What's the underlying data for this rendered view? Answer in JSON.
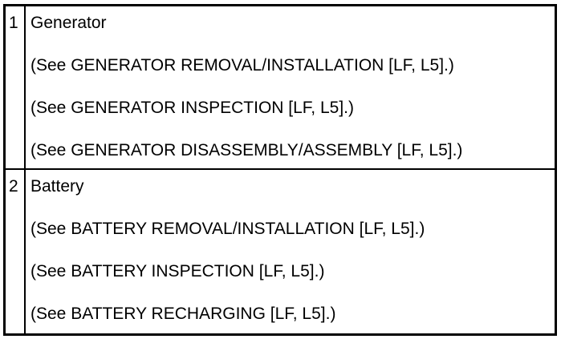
{
  "rows": [
    {
      "number": "1",
      "title": "Generator",
      "refs": [
        "(See GENERATOR REMOVAL/INSTALLATION [LF, L5].)",
        "(See GENERATOR INSPECTION [LF, L5].)",
        "(See GENERATOR DISASSEMBLY/ASSEMBLY [LF, L5].)"
      ]
    },
    {
      "number": "2",
      "title": "Battery",
      "refs": [
        "(See BATTERY REMOVAL/INSTALLATION [LF, L5].)",
        "(See BATTERY INSPECTION [LF, L5].)",
        "(See BATTERY RECHARGING [LF, L5].)"
      ]
    }
  ]
}
